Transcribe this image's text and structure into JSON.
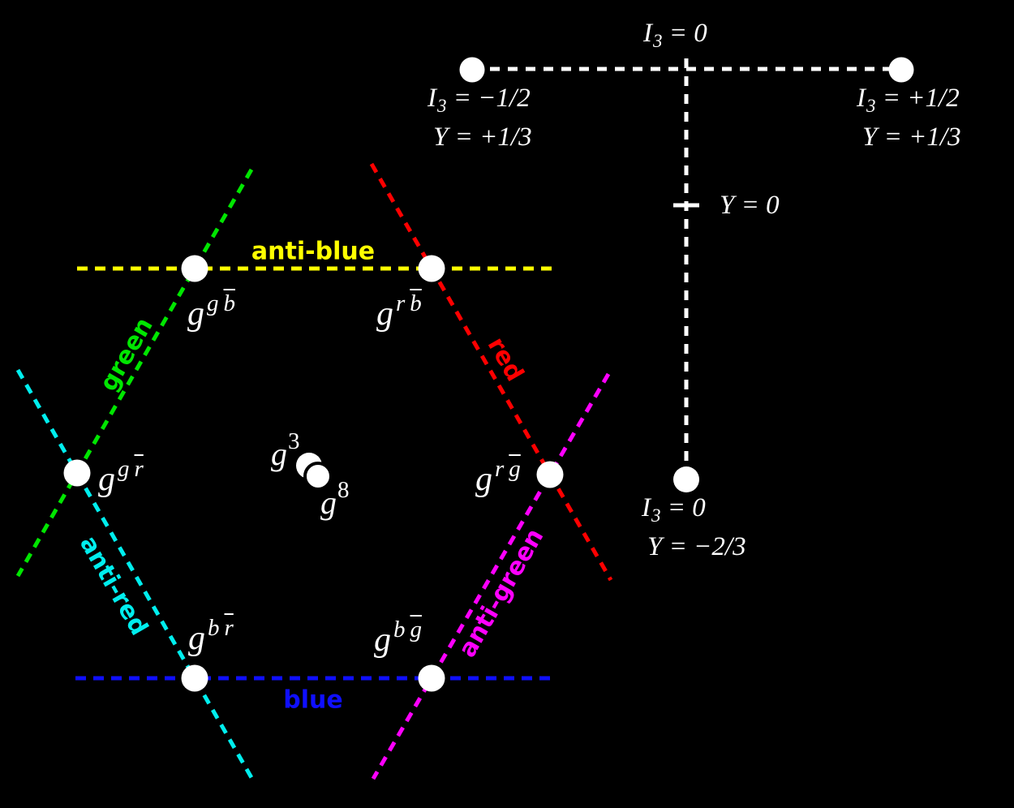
{
  "colors": {
    "background": "#000000",
    "white": "#ffffff",
    "yellow": "#ffff00",
    "blue": "#0f0fff",
    "green": "#00e600",
    "cyan": "#00eeee",
    "red": "#ff0000",
    "magenta": "#ff00ff"
  },
  "line_labels": {
    "anti_blue": "anti-blue",
    "blue": "blue",
    "green": "green",
    "anti_red": "anti-red",
    "red": "red",
    "anti_green": "anti-green"
  },
  "gluons": {
    "g_gb": {
      "base": "g",
      "sup1": "g",
      "sup2": "b"
    },
    "g_rb": {
      "base": "g",
      "sup1": "r",
      "sup2": "b"
    },
    "g_gr": {
      "base": "g",
      "sup1": "g",
      "sup2": "r"
    },
    "g_rg": {
      "base": "g",
      "sup1": "r",
      "sup2": "g"
    },
    "g_br": {
      "base": "g",
      "sup1": "b",
      "sup2": "r"
    },
    "g_bg": {
      "base": "g",
      "sup1": "b",
      "sup2": "g"
    },
    "g3": {
      "base": "g",
      "sup": "3"
    },
    "g8": {
      "base": "g",
      "sup": "8"
    }
  },
  "axis": {
    "i3_top": {
      "sym": "I",
      "sub": "3",
      "rest": " = 0"
    },
    "y0": {
      "sym": "Y",
      "rest": " = 0"
    },
    "left": {
      "l1_sym": "I",
      "l1_sub": "3",
      "l1_rest": " = −1/2",
      "l2_sym": "Y",
      "l2_rest": " = +1/3"
    },
    "right": {
      "l1_sym": "I",
      "l1_sub": "3",
      "l1_rest": " = +1/2",
      "l2_sym": "Y",
      "l2_rest": " = +1/3"
    },
    "bottom": {
      "l1_sym": "I",
      "l1_sub": "3",
      "l1_rest": " = 0",
      "l2_sym": "Y",
      "l2_rest": " = −2/3"
    }
  }
}
